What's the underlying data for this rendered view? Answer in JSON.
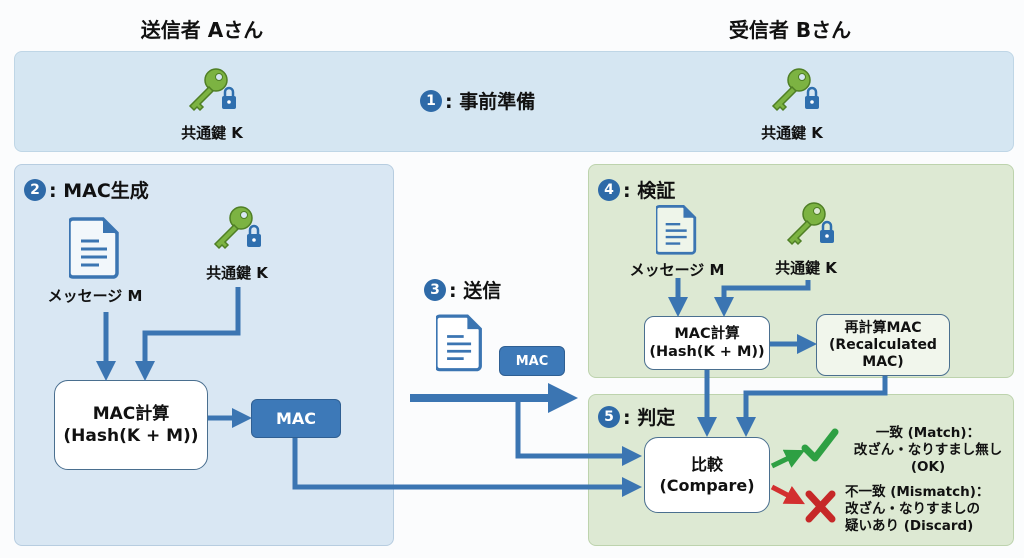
{
  "actors": {
    "sender": "送信者 Aさん",
    "receiver": "受信者 Bさん"
  },
  "step1": {
    "num": "1",
    "title": ": 事前準備",
    "sender_key": "共通鍵 K",
    "receiver_key": "共通鍵 K"
  },
  "step2": {
    "num": "2",
    "title": ": MAC生成",
    "message": "メッセージ M",
    "key": "共通鍵 K",
    "calc_line1": "MAC計算",
    "calc_line2": "(Hash(K + M))",
    "mac": "MAC"
  },
  "step3": {
    "num": "3",
    "title": ": 送信",
    "mac": "MAC"
  },
  "step4": {
    "num": "4",
    "title": ": 検証",
    "message": "メッセージ M",
    "key": "共通鍵 K",
    "calc_line1": "MAC計算",
    "calc_line2": "(Hash(K + M))",
    "recalc_line1": "再計算MAC",
    "recalc_line2": "(Recalculated",
    "recalc_line3": "MAC)"
  },
  "step5": {
    "num": "5",
    "title": ": 判定",
    "compare_line1": "比較",
    "compare_line2": "(Compare)",
    "match": {
      "line1": "一致 (Match)：",
      "line2": "改ざん・なりすまし無し",
      "line3": "(OK)"
    },
    "mismatch": {
      "line1": "不一致 (Mismatch)：",
      "line2": "改ざん・なりすましの",
      "line3": "疑いあり (Discard)"
    }
  },
  "colors": {
    "arrow": "#3b75b2",
    "key": "#7cb342",
    "lock": "#2f6fae",
    "ok": "#2ea043",
    "ng": "#d32f2f"
  }
}
